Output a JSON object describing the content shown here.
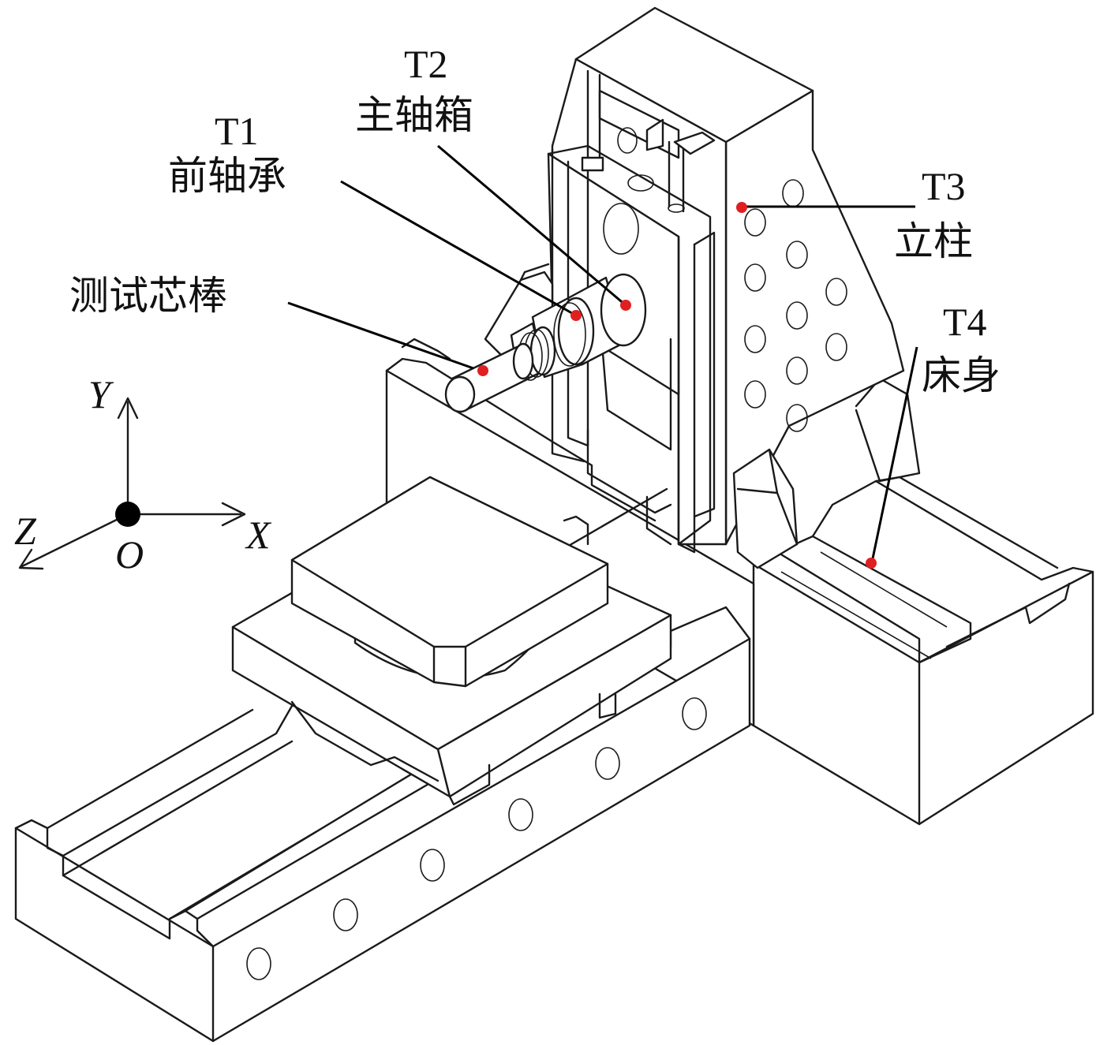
{
  "labels": {
    "t1_code": "T1",
    "t1_name": "前轴承",
    "t2_code": "T2",
    "t2_name": "主轴箱",
    "t3_code": "T3",
    "t3_name": "立柱",
    "t4_code": "T4",
    "t4_name": "床身",
    "test_mandrel": "测试芯棒"
  },
  "axes": {
    "x": "X",
    "y": "Y",
    "z": "Z",
    "origin": "O"
  },
  "colors": {
    "measurement_point": "#e02020",
    "line": "#1a1a1a"
  }
}
